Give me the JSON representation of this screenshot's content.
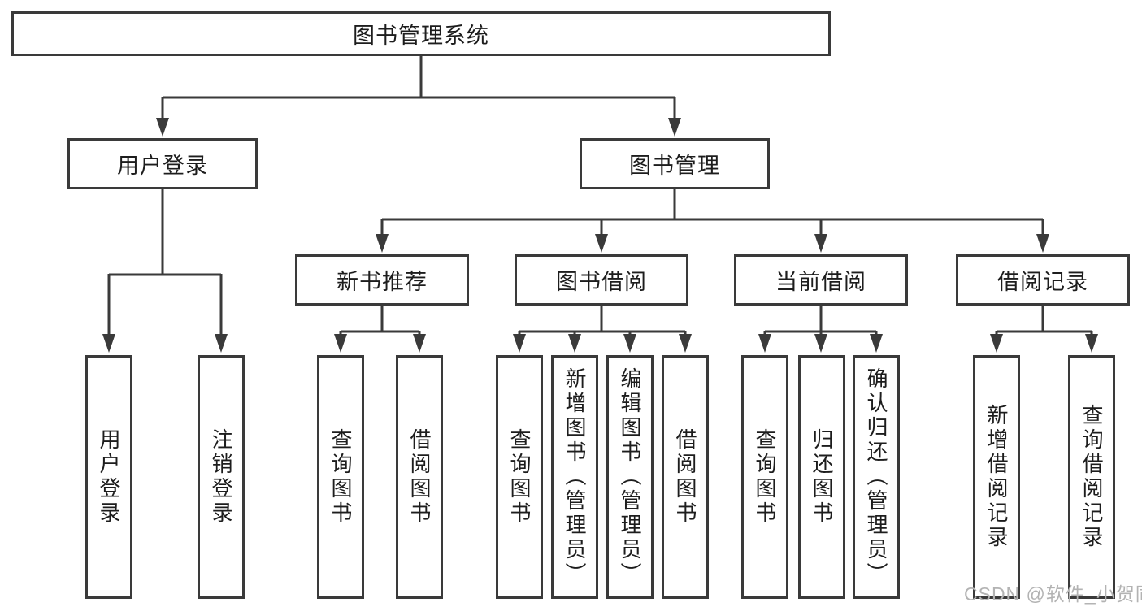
{
  "diagram": {
    "title": "图书管理系统",
    "root": {
      "label": "图书管理系统"
    },
    "branches": [
      {
        "label": "用户登录",
        "children": [
          {
            "label": "用户登录"
          },
          {
            "label": "注销登录"
          }
        ]
      },
      {
        "label": "图书管理",
        "children": [
          {
            "label": "新书推荐",
            "children": [
              {
                "label": "查询图书"
              },
              {
                "label": "借阅图书"
              }
            ]
          },
          {
            "label": "图书借阅",
            "children": [
              {
                "label": "查询图书"
              },
              {
                "label": "新增图书（管理员）"
              },
              {
                "label": "编辑图书（管理员）"
              },
              {
                "label": "借阅图书"
              }
            ]
          },
          {
            "label": "当前借阅",
            "children": [
              {
                "label": "查询图书"
              },
              {
                "label": "归还图书"
              },
              {
                "label": "确认归还（管理员）"
              }
            ]
          },
          {
            "label": "借阅记录",
            "children": [
              {
                "label": "新增借阅记录"
              },
              {
                "label": "查询借阅记录"
              }
            ]
          }
        ]
      }
    ]
  },
  "watermark": {
    "text": "CSDN @软件_小贺同学"
  },
  "colors": {
    "line": "#3a3a3a",
    "box_border": "#3a3a3a",
    "text": "#1d1d1d",
    "watermark": "#b3b3b3",
    "background": "#ffffff"
  }
}
